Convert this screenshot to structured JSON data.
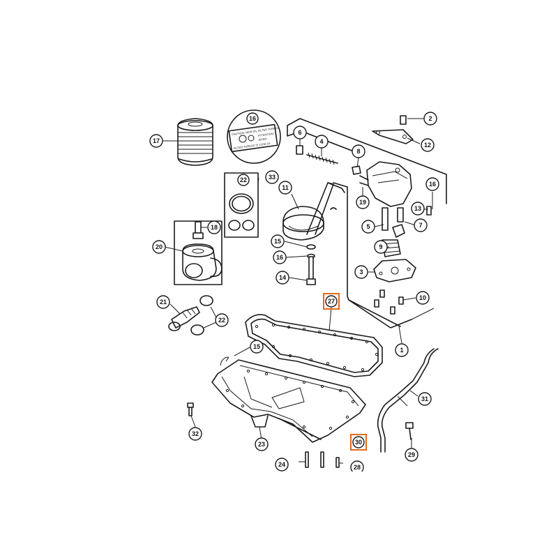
{
  "diagram": {
    "highlight_color": "#e36a1c",
    "callouts": [
      {
        "id": "c-2",
        "label": "2"
      },
      {
        "id": "c-12",
        "label": "12"
      },
      {
        "id": "c-6",
        "label": "6"
      },
      {
        "id": "c-4",
        "label": "4"
      },
      {
        "id": "c-8",
        "label": "8"
      },
      {
        "id": "c-16a",
        "label": "16"
      },
      {
        "id": "c-17",
        "label": "17"
      },
      {
        "id": "c-22a",
        "label": "22"
      },
      {
        "id": "c-33",
        "label": "33"
      },
      {
        "id": "c-11",
        "label": "11"
      },
      {
        "id": "c-19",
        "label": "19"
      },
      {
        "id": "c-16b",
        "label": "16"
      },
      {
        "id": "c-13",
        "label": "13"
      },
      {
        "id": "c-18",
        "label": "18"
      },
      {
        "id": "c-5",
        "label": "5"
      },
      {
        "id": "c-7",
        "label": "7"
      },
      {
        "id": "c-20",
        "label": "20"
      },
      {
        "id": "c-15a",
        "label": "15"
      },
      {
        "id": "c-9",
        "label": "9"
      },
      {
        "id": "c-16c",
        "label": "16"
      },
      {
        "id": "c-3",
        "label": "3"
      },
      {
        "id": "c-14",
        "label": "14"
      },
      {
        "id": "c-10",
        "label": "10"
      },
      {
        "id": "c-21",
        "label": "21"
      },
      {
        "id": "c-27",
        "label": "27"
      },
      {
        "id": "c-22b",
        "label": "22"
      },
      {
        "id": "c-1",
        "label": "1"
      },
      {
        "id": "c-15b",
        "label": "15"
      },
      {
        "id": "c-31",
        "label": "31"
      },
      {
        "id": "c-32",
        "label": "32"
      },
      {
        "id": "c-23",
        "label": "23"
      },
      {
        "id": "c-30",
        "label": "30"
      },
      {
        "id": "c-29",
        "label": "29"
      },
      {
        "id": "c-24",
        "label": "24"
      },
      {
        "id": "c-28",
        "label": "28"
      }
    ],
    "decal": {
      "line1": "CAUTION: NEW OIL FILTER THREAD",
      "line2": "ATTENTION:",
      "line3": "AVISO:",
      "line4": "FILTER THREAD IS 13/16-16"
    }
  }
}
